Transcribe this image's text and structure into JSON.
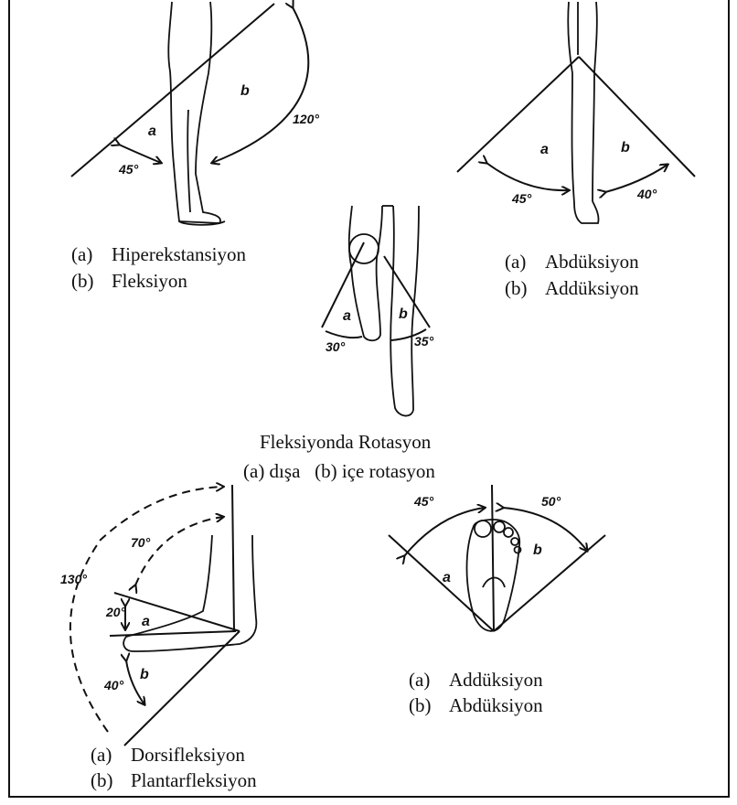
{
  "panels": {
    "hip_flexion": {
      "labels": {
        "a": "a",
        "b": "b",
        "angle_a": "45°",
        "angle_b": "120°"
      },
      "caption_a_key": "(a)",
      "caption_a": "Hiperekstansiyon",
      "caption_b_key": "(b)",
      "caption_b": "Fleksiyon"
    },
    "hip_abduction": {
      "labels": {
        "a": "a",
        "b": "b",
        "angle_a": "45°",
        "angle_b": "40°"
      },
      "caption_a_key": "(a)",
      "caption_a": "Abdüksiyon",
      "caption_b_key": "(b)",
      "caption_b": "Addüksiyon"
    },
    "rotation": {
      "labels": {
        "a": "a",
        "b": "b",
        "angle_a": "30°",
        "angle_b": "35°"
      },
      "title": "Fleksiyonda Rotasyon",
      "caption_line": "(a) dışa   (b) içe rotasyon"
    },
    "ankle": {
      "labels": {
        "a": "a",
        "b": "b",
        "angle_70": "70°",
        "angle_130": "130°",
        "angle_20": "20°",
        "angle_40": "40°"
      },
      "caption_a_key": "(a)",
      "caption_a": "Dorsifleksiyon",
      "caption_b_key": "(b)",
      "caption_b": "Plantarfleksiyon"
    },
    "foot": {
      "labels": {
        "a": "a",
        "b": "b",
        "angle_a": "45°",
        "angle_b": "50°"
      },
      "caption_a_key": "(a)",
      "caption_a": "Addüksiyon",
      "caption_b_key": "(b)",
      "caption_b": "Abdüksiyon"
    }
  },
  "colors": {
    "ink": "#111111",
    "paper": "#ffffff"
  }
}
